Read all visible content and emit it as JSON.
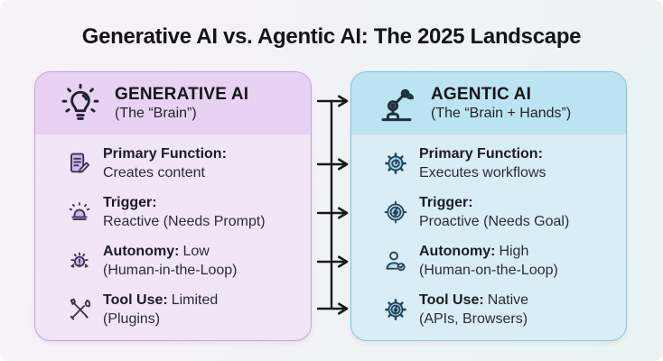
{
  "title": "Generative AI vs. Agentic AI: The 2025 Landscape",
  "background": {
    "gradient_left": "#f9f1f9",
    "gradient_right": "#e9f4f2"
  },
  "title_color": "#141419",
  "left_panel": {
    "title": "GENERATIVE AI",
    "subtitle": "(The “Brain”)",
    "icon": "lightbulb-icon",
    "colors": {
      "header_bg": "#e7d2f3",
      "body_bg": "#f2e5f8",
      "border": "#c5a3da",
      "icon_stroke": "#3b3352",
      "icon_fill": "#cdb6ea"
    },
    "rows": [
      {
        "icon": "document-pencil-icon",
        "label": "Primary Function:",
        "value": "",
        "line2": "Creates content"
      },
      {
        "icon": "siren-icon",
        "label": "Trigger:",
        "value": "",
        "line2": "Reactive (Needs Prompt)"
      },
      {
        "icon": "alert-rays-icon",
        "label": "Autonomy:",
        "value": "Low",
        "line2": "(Human-in-the-Loop)"
      },
      {
        "icon": "crossed-tools-icon",
        "label": "Tool Use:",
        "value": "Limited",
        "line2": "(Plugins)"
      }
    ]
  },
  "right_panel": {
    "title": "AGENTIC AI",
    "subtitle": "(The “Brain + Hands”)",
    "icon": "robot-arm-icon",
    "colors": {
      "header_bg": "#bce3f1",
      "body_bg": "#d9edf6",
      "border": "#85c4d9",
      "icon_stroke": "#24465a",
      "icon_fill": "#a9d9ec"
    },
    "rows": [
      {
        "icon": "gear-swirl-icon",
        "label": "Primary Function:",
        "value": "",
        "line2": "Executes workflows"
      },
      {
        "icon": "target-bolt-icon",
        "label": "Trigger:",
        "value": "",
        "line2": "Proactive (Needs Goal)"
      },
      {
        "icon": "person-check-icon",
        "label": "Autonomy:",
        "value": "High",
        "line2": "(Human-on-the-Loop)"
      },
      {
        "icon": "gear-bolt-icon",
        "label": "Tool Use:",
        "value": "Native",
        "line2": "(APIs, Browsers)"
      }
    ]
  },
  "arrows": {
    "count": 5,
    "color": "#17171c",
    "direction": "left-to-right"
  }
}
